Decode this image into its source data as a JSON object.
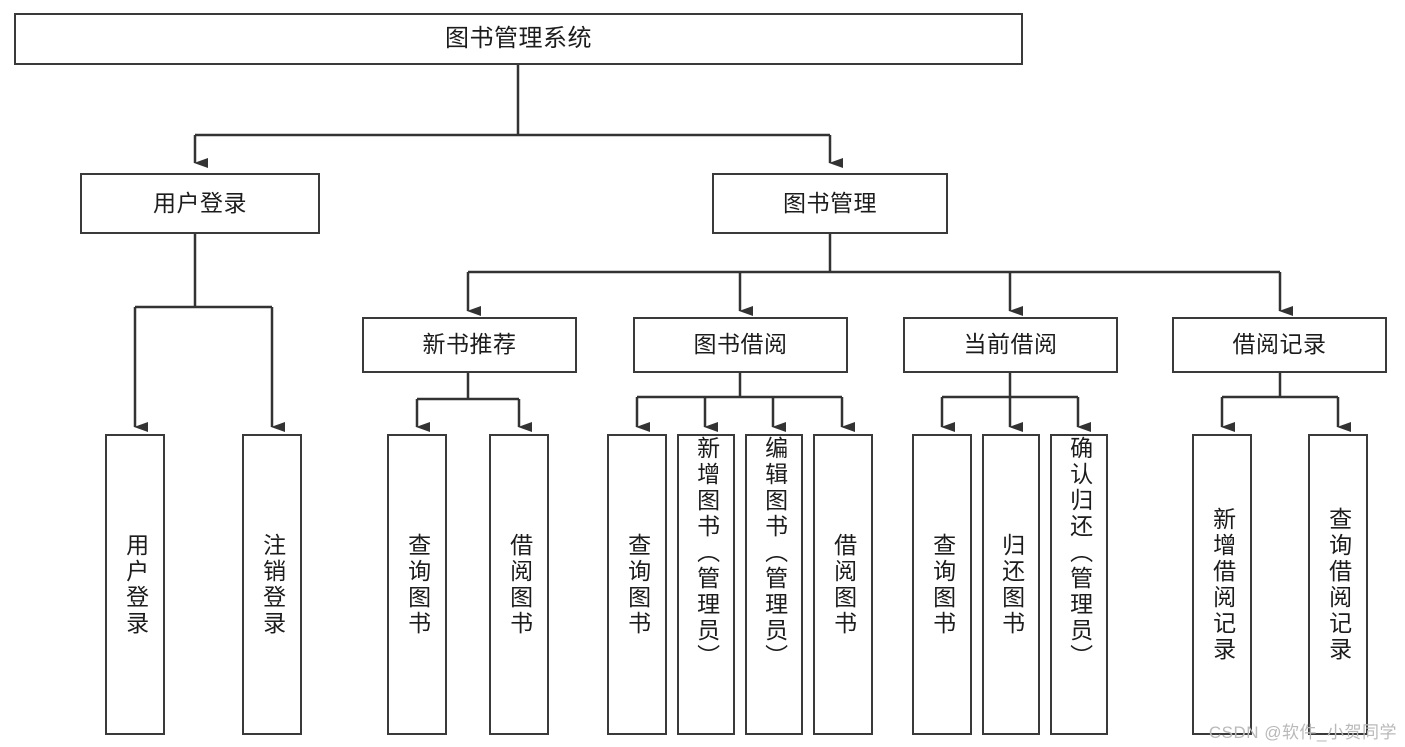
{
  "diagram": {
    "title_node": {
      "label": "图书管理系统"
    },
    "level1": [
      {
        "id": "user-login",
        "label": "用户登录"
      },
      {
        "id": "book-manage",
        "label": "图书管理"
      }
    ],
    "level2": [
      {
        "id": "new-book-recommend",
        "label": "新书推荐"
      },
      {
        "id": "book-borrow",
        "label": "图书借阅"
      },
      {
        "id": "current-borrow",
        "label": "当前借阅"
      },
      {
        "id": "borrow-record",
        "label": "借阅记录"
      }
    ],
    "leaves": [
      {
        "id": "leaf-user-login",
        "label": "用户登录",
        "parent": "user-login"
      },
      {
        "id": "leaf-user-logout",
        "label": "注销登录",
        "parent": "user-login"
      },
      {
        "id": "leaf-query-book-1",
        "label": "查询图书",
        "parent": "new-book-recommend"
      },
      {
        "id": "leaf-borrow-book-1",
        "label": "借阅图书",
        "parent": "new-book-recommend"
      },
      {
        "id": "leaf-query-book-2",
        "label": "查询图书",
        "parent": "book-borrow"
      },
      {
        "id": "leaf-add-book",
        "label": "新增图书（管理员）",
        "parent": "book-borrow"
      },
      {
        "id": "leaf-edit-book",
        "label": "编辑图书（管理员）",
        "parent": "book-borrow"
      },
      {
        "id": "leaf-borrow-book-2",
        "label": "借阅图书",
        "parent": "book-borrow"
      },
      {
        "id": "leaf-query-book-3",
        "label": "查询图书",
        "parent": "current-borrow"
      },
      {
        "id": "leaf-return-book",
        "label": "归还图书",
        "parent": "current-borrow"
      },
      {
        "id": "leaf-confirm-return",
        "label": "确认归还（管理员）",
        "parent": "current-borrow"
      },
      {
        "id": "leaf-add-record",
        "label": "新增借阅记录",
        "parent": "borrow-record"
      },
      {
        "id": "leaf-query-record",
        "label": "查询借阅记录",
        "parent": "borrow-record"
      }
    ],
    "colors": {
      "box_border": "#3a3a3a",
      "connector": "#333333",
      "background": "#ffffff",
      "text": "#1c1c1c",
      "watermark": "#b9b9b9"
    }
  },
  "watermark": {
    "text": "CSDN @软件_小贺同学"
  }
}
